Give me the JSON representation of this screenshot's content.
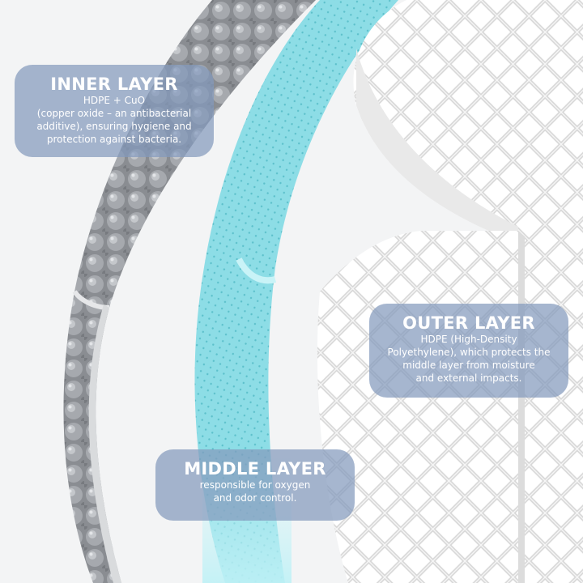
{
  "callouts": {
    "inner": {
      "title": "INNER LAYER",
      "lines": [
        "HDPE + CuO",
        "(copper oxide – an antibacterial",
        "additive), ensuring hygiene and",
        "protection against bacteria."
      ]
    },
    "outer": {
      "title": "OUTER LAYER",
      "lines": [
        "HDPE (High-Density",
        "Polyethylene), which protects the",
        "middle layer from moisture",
        "and external impacts."
      ]
    },
    "middle": {
      "title": "MIDDLE LAYER",
      "lines": [
        "responsible for oxygen",
        "and odor control."
      ]
    }
  },
  "colors": {
    "background": "#f3f4f5",
    "inner_layer": "#8f9296",
    "middle_layer": "#86dbe4",
    "outer_layer": "#f7f7f7",
    "callout": "#849abc"
  }
}
